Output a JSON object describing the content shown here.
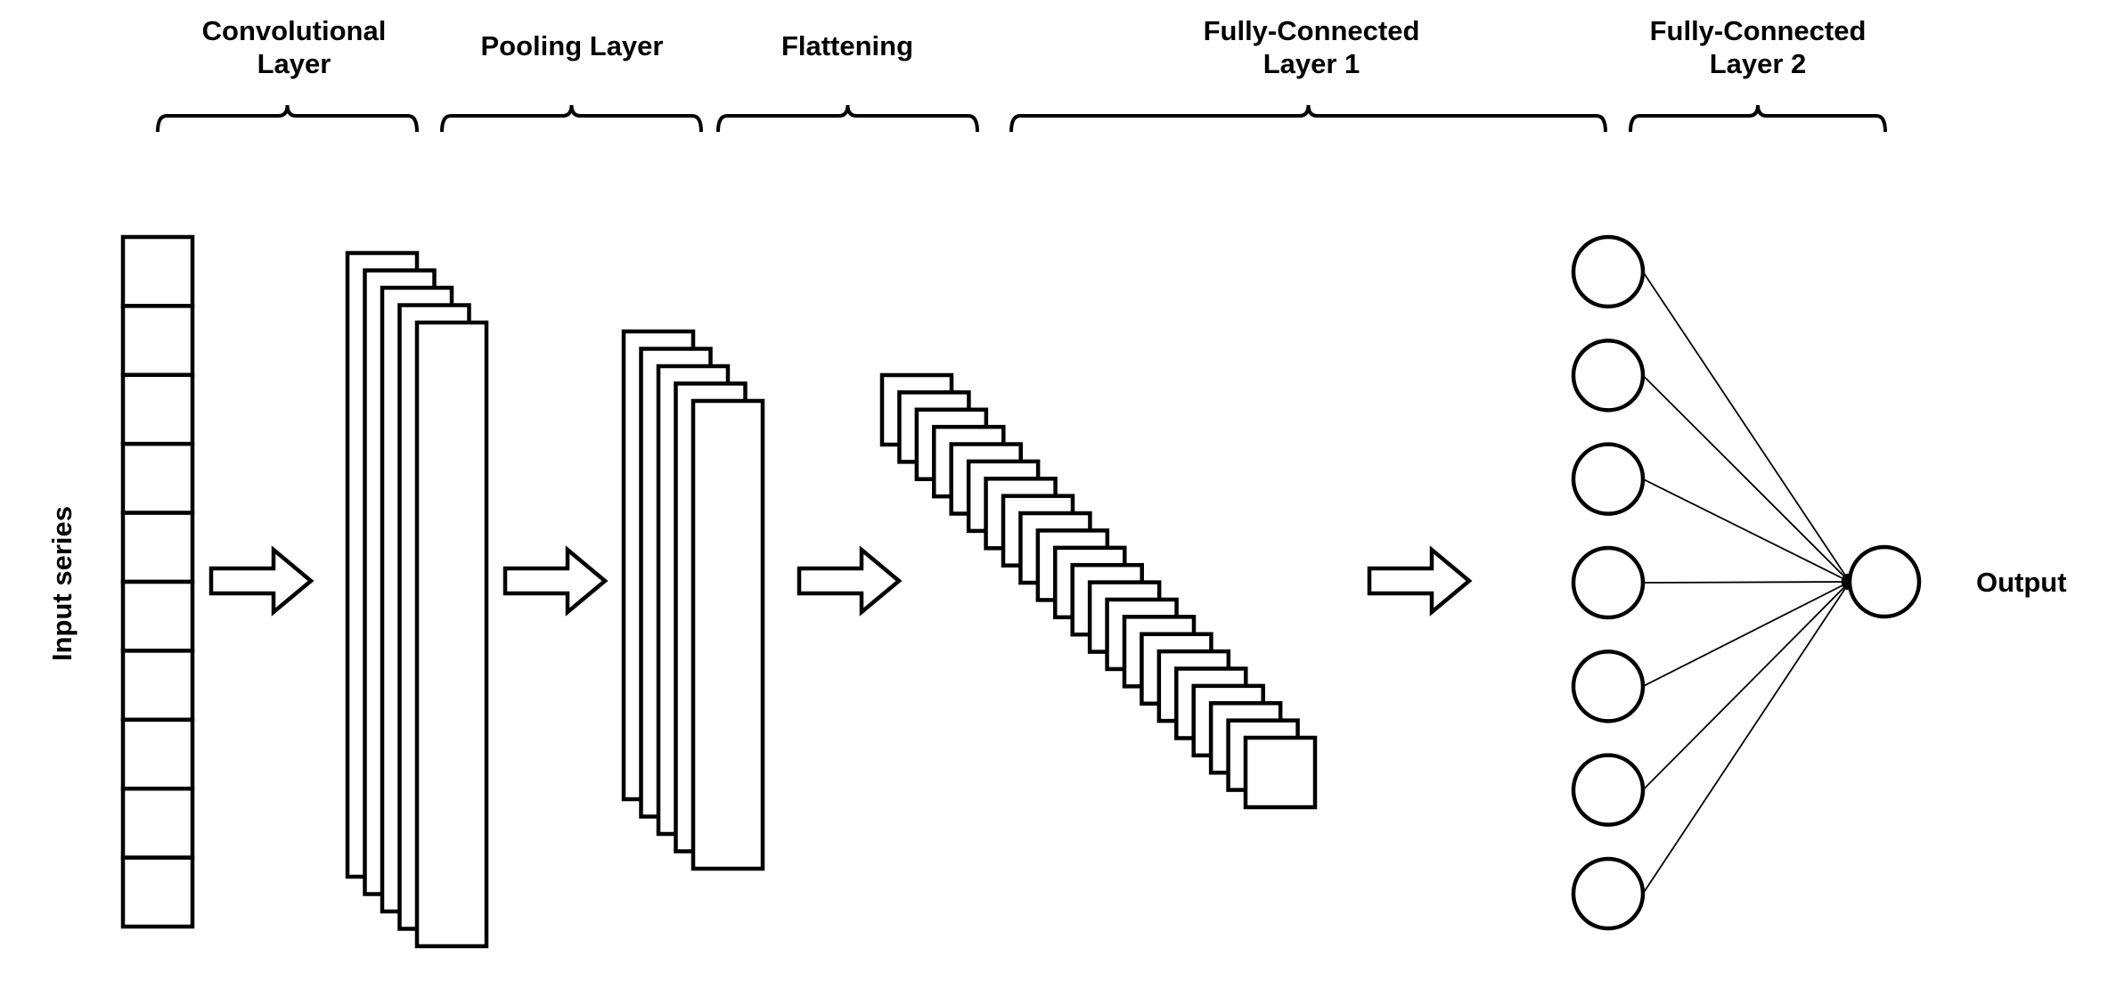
{
  "stages": {
    "conv": {
      "line1": "Convolutional",
      "line2": "Layer"
    },
    "pool": {
      "line1": "Pooling Layer"
    },
    "flat": {
      "line1": "Flattening"
    },
    "fc1": {
      "line1": "Fully-Connected",
      "line2": "Layer 1"
    },
    "fc2": {
      "line1": "Fully-Connected",
      "line2": "Layer 2"
    }
  },
  "input_label": "Input series",
  "output_label": "Output",
  "input_cells": 10,
  "conv_maps": 5,
  "pool_maps": 5,
  "flattened_units": 22,
  "fc_nodes": 7,
  "output_nodes": 1
}
